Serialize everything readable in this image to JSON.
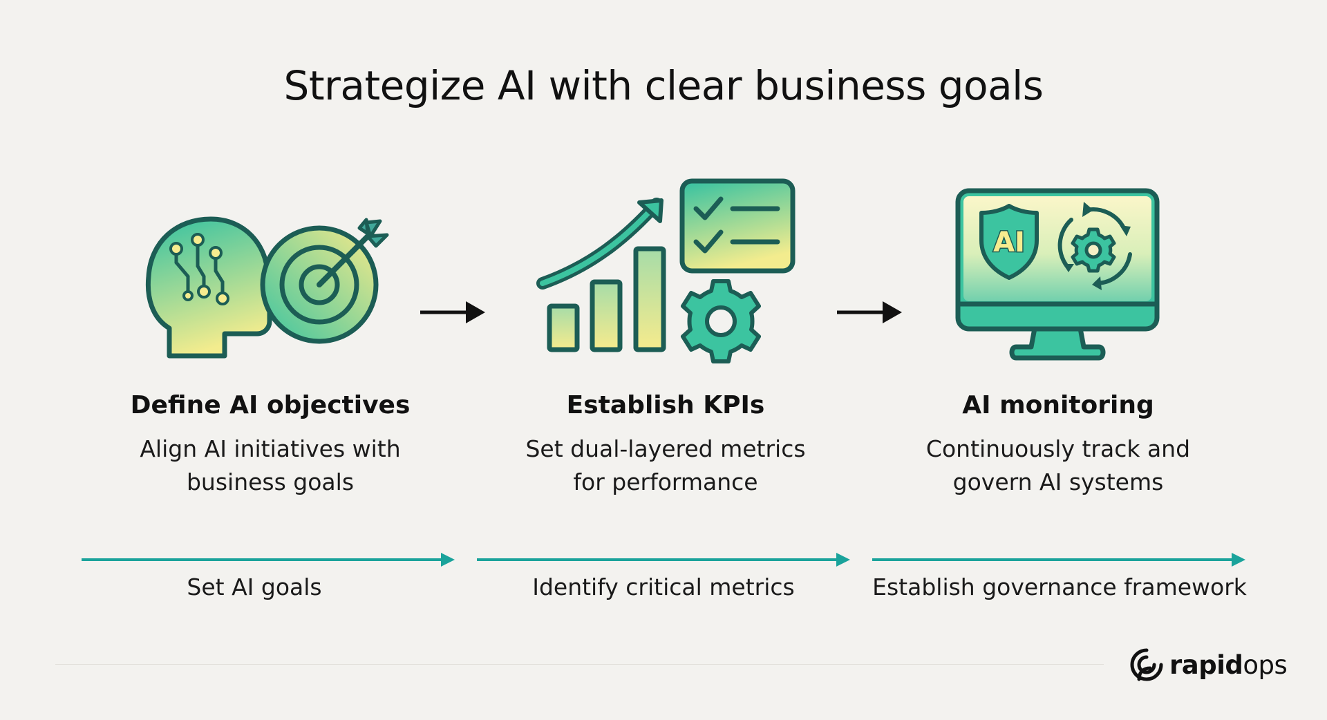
{
  "title": "Strategize AI with clear business goals",
  "colors": {
    "background": "#f3f2ef",
    "accent": "#1aa39b",
    "icon_stroke": "#1c5d55",
    "icon_fill_start": "#37c3a2",
    "icon_fill_end": "#f5ec8c"
  },
  "steps": [
    {
      "icon": "head-target-icon",
      "title": "Define AI objectives",
      "description_line1": "Align AI initiatives with",
      "description_line2": "business goals",
      "phase": "Set AI goals"
    },
    {
      "icon": "kpi-chart-gear-icon",
      "title": "Establish KPIs",
      "description_line1": "Set dual-layered metrics",
      "description_line2": "for performance",
      "phase": "Identify critical metrics"
    },
    {
      "icon": "ai-monitor-icon",
      "title": "AI monitoring",
      "description_line1": "Continuously track and",
      "description_line2": "govern AI systems",
      "phase": "Establish governance framework"
    }
  ],
  "ai_badge_text": "AI",
  "logo": {
    "icon": "rapidops-logo-icon",
    "text_strong": "rapid",
    "text_light": "ops"
  }
}
